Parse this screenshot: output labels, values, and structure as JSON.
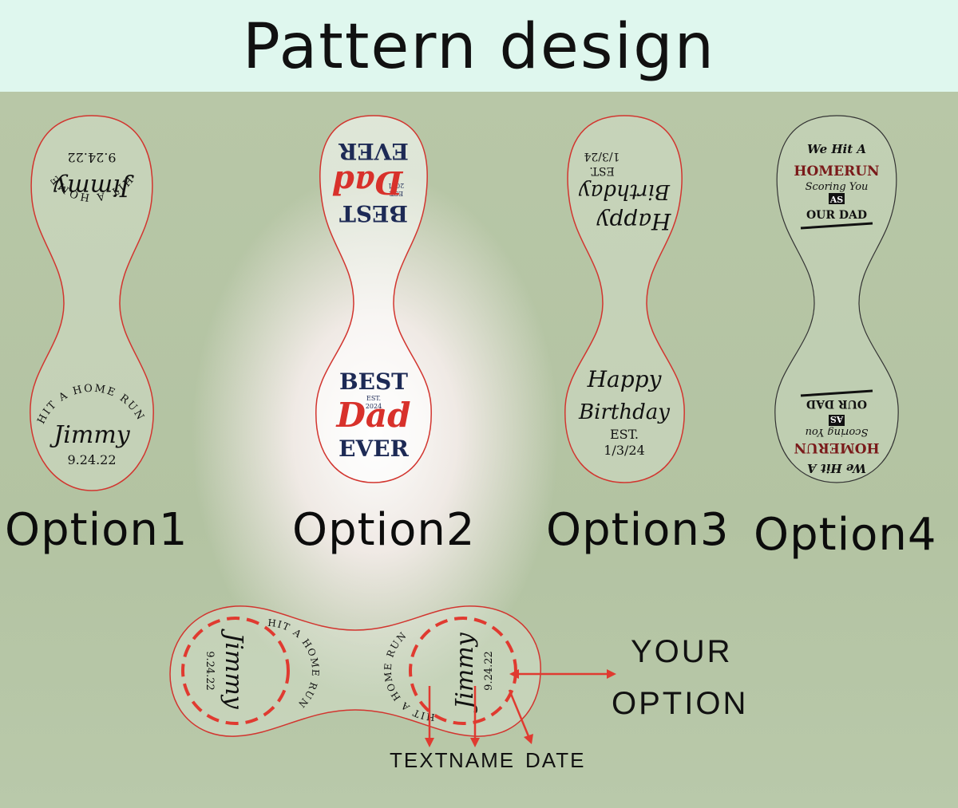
{
  "header": {
    "title": "Pattern design"
  },
  "options": [
    {
      "label": "Option1",
      "arc_text": "HIT A HOME RUN",
      "name": "Jimmy",
      "date": "9.24.22"
    },
    {
      "label": "Option2",
      "line1": "BEST",
      "est": "EST.",
      "year": "2024",
      "est_top": "EST.",
      "year_top": "2021",
      "script": "Dad",
      "line3": "EVER"
    },
    {
      "label": "Option3",
      "line1": "Happy",
      "line2": "Birthday",
      "est": "EST.",
      "date": "1/3/24"
    },
    {
      "label": "Option4",
      "line1": "We Hit A",
      "line2": "HOMERUN",
      "line3": "Scoring You",
      "line4": "AS",
      "line5": "OUR DAD"
    }
  ],
  "sample": {
    "arc_text": "HIT A HOME RUN",
    "name": "Jimmy",
    "date": "9.24.22",
    "your_option": [
      "YOUR",
      "OPTION"
    ],
    "callouts": [
      "TEXT",
      "NAME",
      "DATE"
    ]
  },
  "colors": {
    "outline": "#d2352f",
    "dashed": "#e03a30",
    "navy": "#1d2a55",
    "red": "#d8312b"
  }
}
